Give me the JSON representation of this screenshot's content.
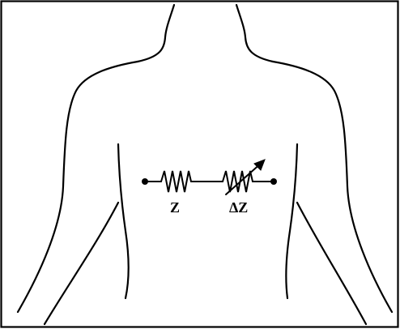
{
  "diagram": {
    "type": "impedance-model-on-torso",
    "labels": {
      "fixed_resistor": "Z",
      "variable_resistor": "ΔZ"
    },
    "colors": {
      "stroke": "#000000",
      "background": "#ffffff"
    }
  }
}
